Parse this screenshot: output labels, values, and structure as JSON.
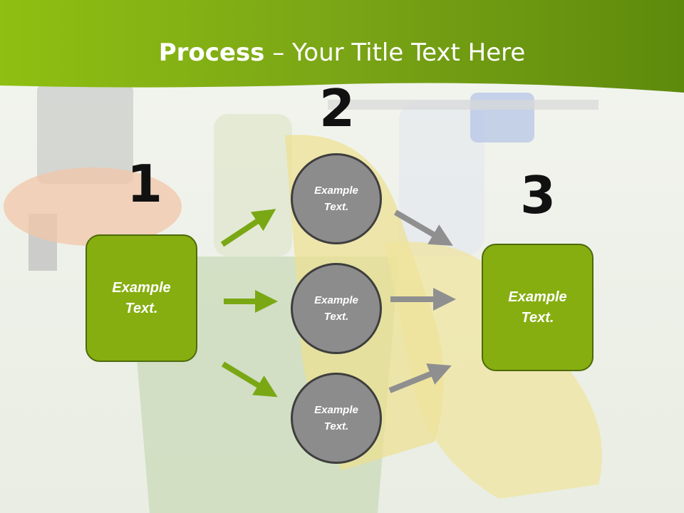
{
  "header": {
    "title_bold": "Process",
    "title_rest": " – Your Title Text Here"
  },
  "steps": {
    "step1_number": "1",
    "step2_number": "2",
    "step3_number": "3"
  },
  "nodes": {
    "left_box": "Example Text.",
    "circle_top": "Example Text.",
    "circle_middle": "Example Text.",
    "circle_bottom": "Example Text.",
    "right_box": "Example Text."
  },
  "colors": {
    "header_green": "#7fac12",
    "box_green": "#86ae10",
    "circle_gray": "#8c8c8c",
    "arrow_green": "#7aa815",
    "arrow_gray": "#8f8f8f"
  }
}
